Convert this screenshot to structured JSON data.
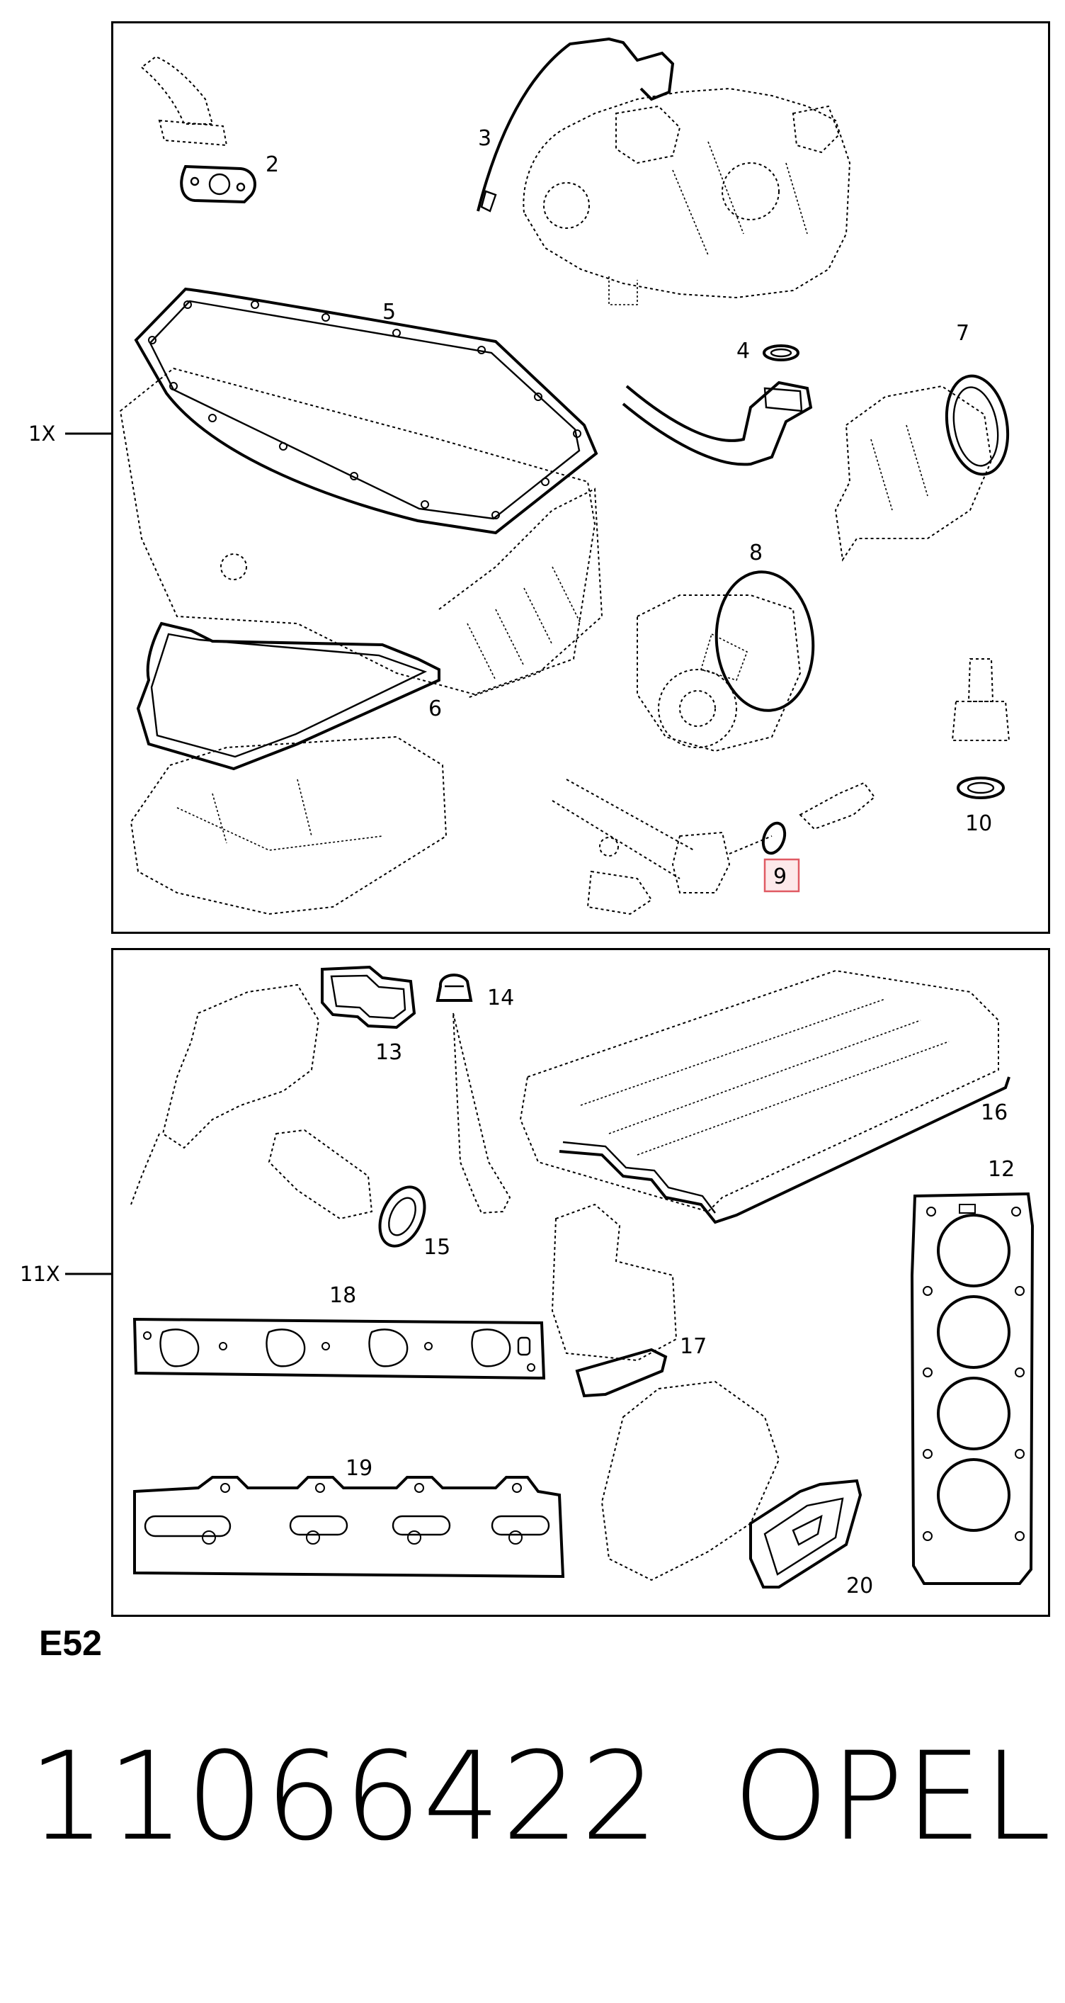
{
  "panels": {
    "top": {
      "quantity_label": "1X"
    },
    "bottom": {
      "quantity_label": "11X"
    }
  },
  "callouts": {
    "c2": "2",
    "c3": "3",
    "c4": "4",
    "c5": "5",
    "c6": "6",
    "c7": "7",
    "c8": "8",
    "c9": "9",
    "c10": "10",
    "c12": "12",
    "c13": "13",
    "c14": "14",
    "c15": "15",
    "c16": "16",
    "c17": "17",
    "c18": "18",
    "c19": "19",
    "c20": "20"
  },
  "highlighted_callout": "9",
  "highlight_color": "#e05a63",
  "sheet_code": "E52",
  "part_number": "11066422",
  "brand": "OPEL"
}
